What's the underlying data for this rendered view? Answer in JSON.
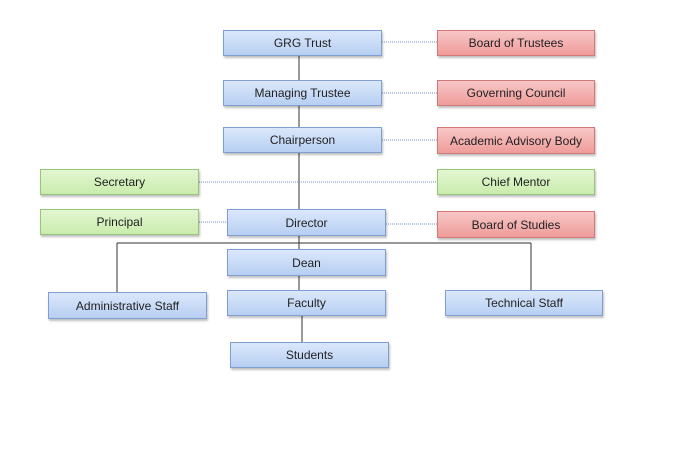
{
  "org_chart": {
    "main": {
      "grg_trust": "GRG Trust",
      "managing_trustee": "Managing Trustee",
      "chairperson": "Chairperson",
      "director": "Director",
      "dean": "Dean",
      "faculty": "Faculty",
      "students": "Students"
    },
    "advisory": {
      "board_of_trustees": "Board of Trustees",
      "governing_council": "Governing Council",
      "academic_advisory_body": "Academic Advisory Body",
      "chief_mentor": "Chief Mentor",
      "board_of_studies": "Board of Studies"
    },
    "left": {
      "secretary": "Secretary",
      "principal": "Principal"
    },
    "staff": {
      "administrative_staff": "Administrative Staff",
      "technical_staff": "Technical Staff"
    }
  },
  "colors": {
    "main_box": "#c6d9f5",
    "advisory_box": "#f2aeac",
    "left_box": "#d3f0bd",
    "connector": "#333333",
    "dotted_connector": "#6f8fbf"
  }
}
